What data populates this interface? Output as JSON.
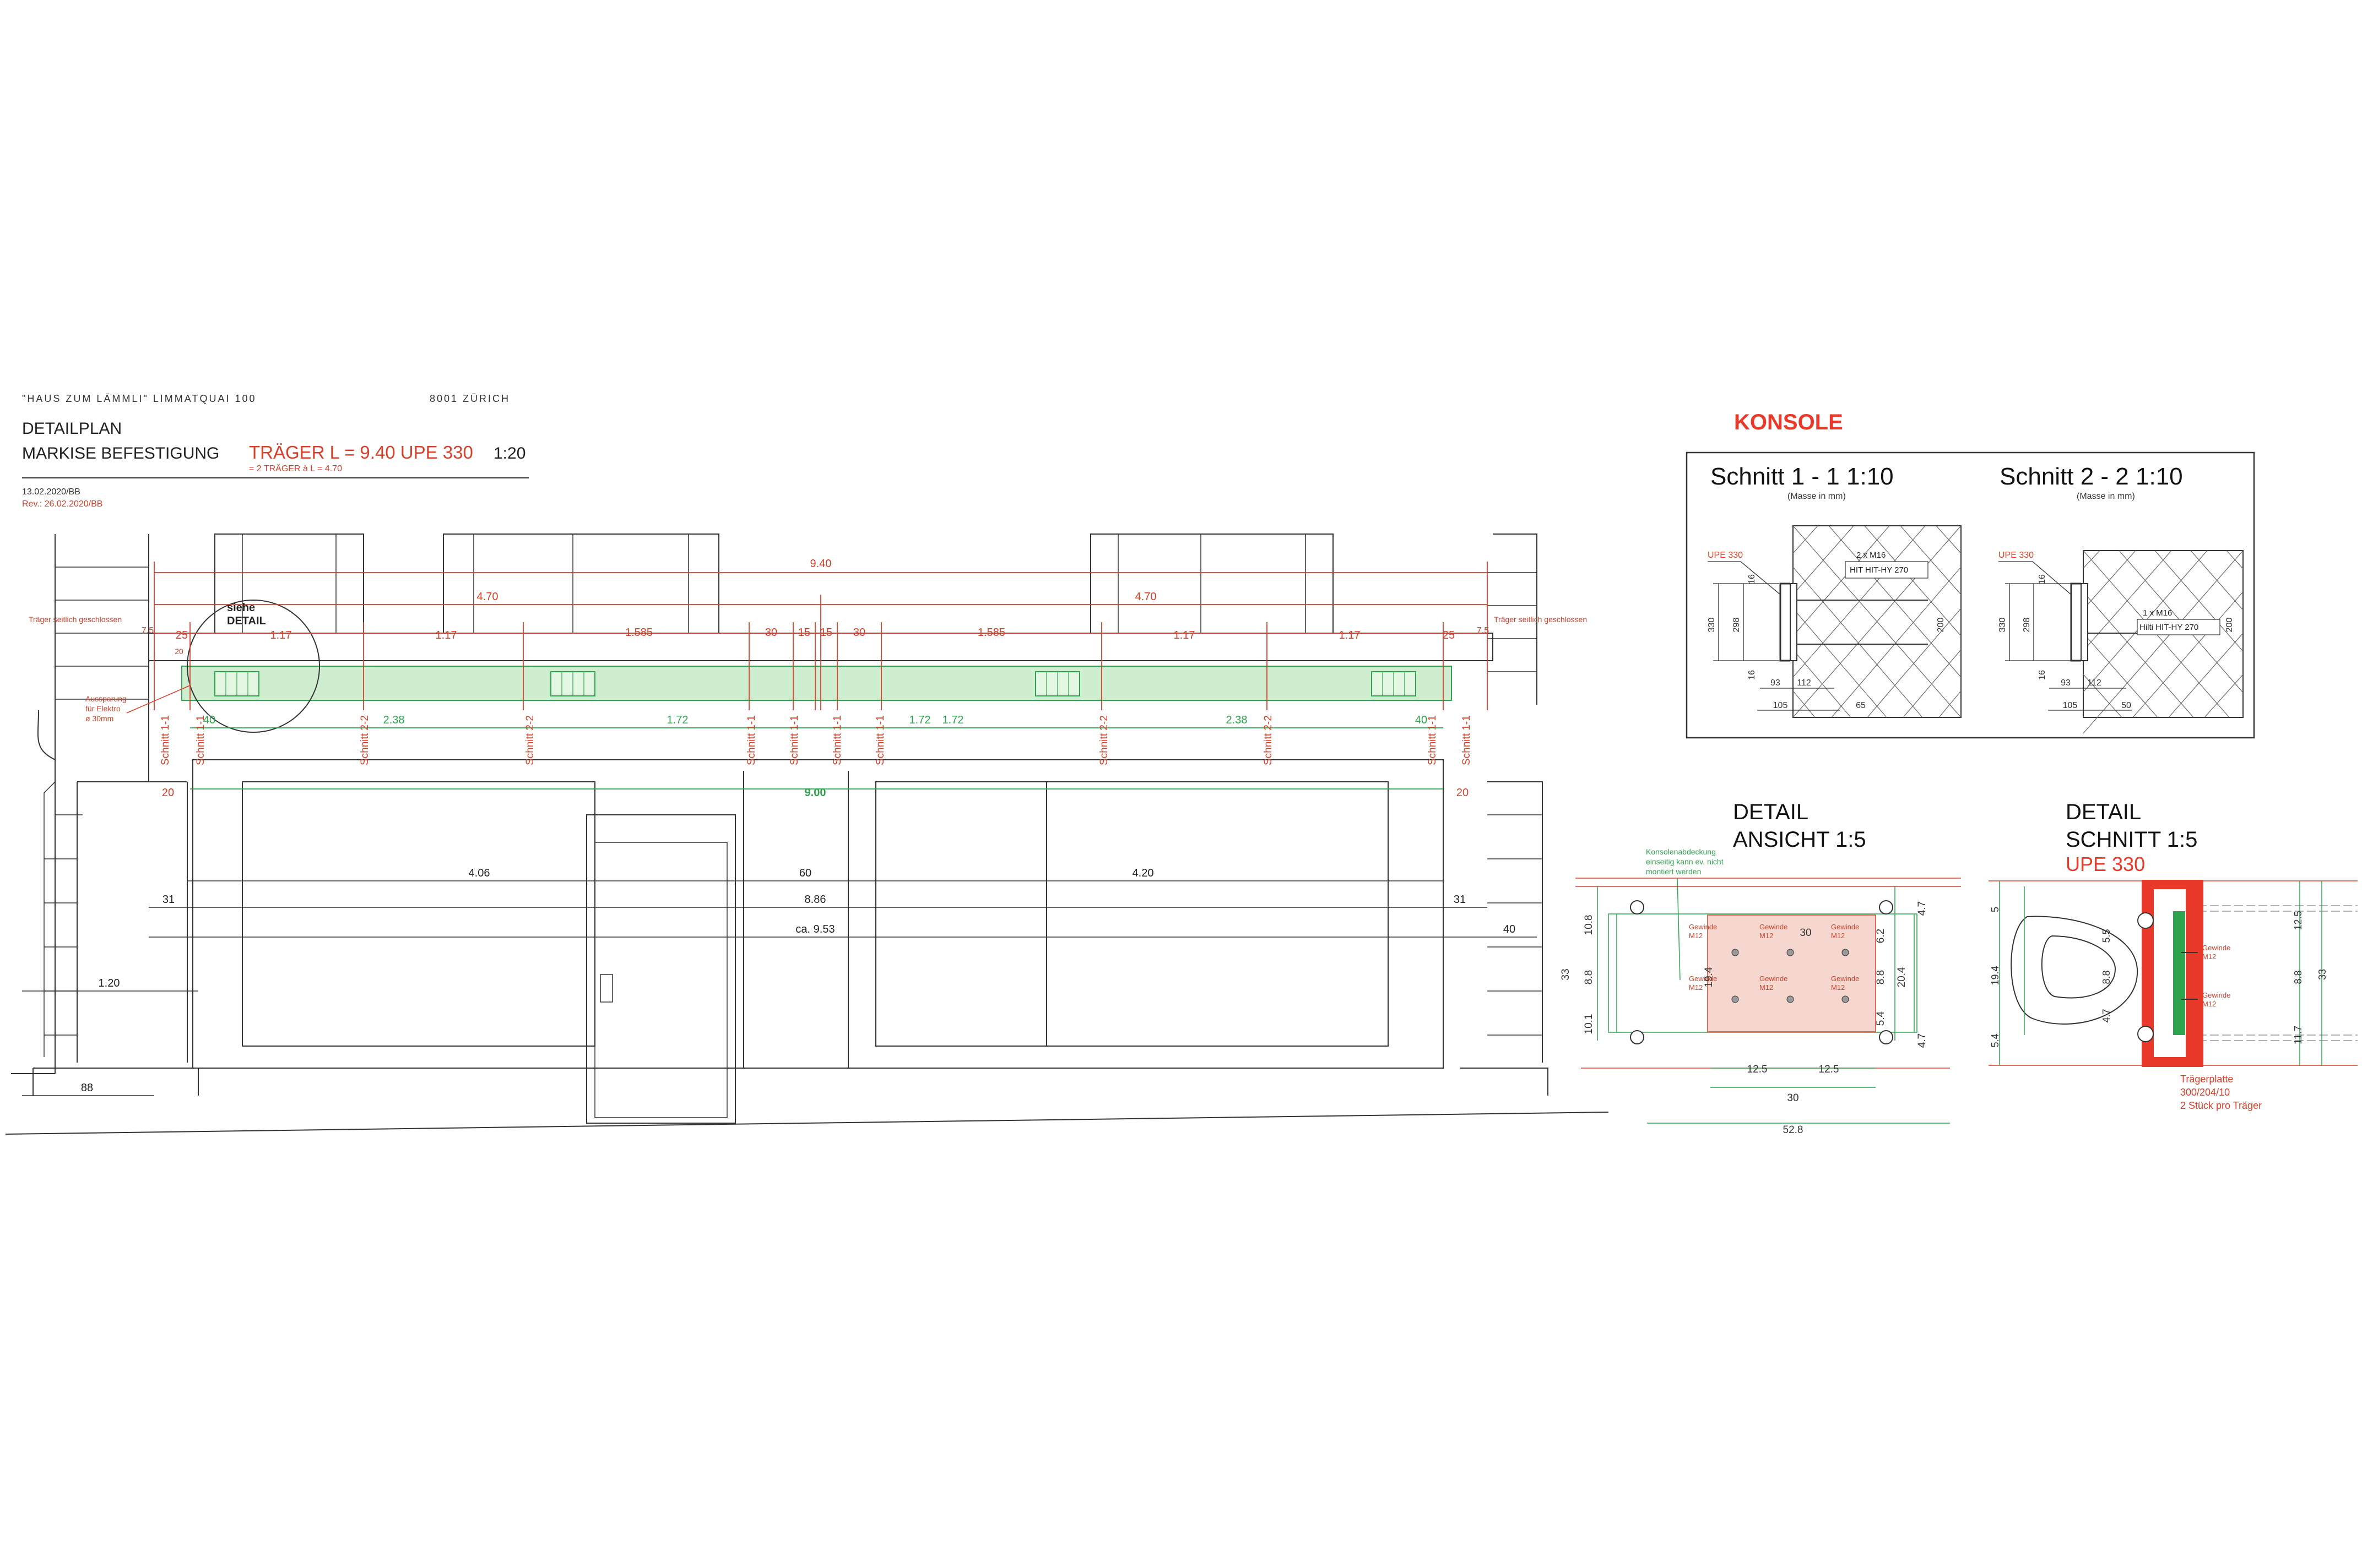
{
  "title_block": {
    "address_left": "\"HAUS ZUM LÄMMLI\"  LIMMATQUAI 100",
    "address_right": "8001 ZÜRICH",
    "plan_type": "DETAILPLAN",
    "subject": "MARKISE BEFESTIGUNG",
    "beam": "TRÄGER  L = 9.40  UPE 330",
    "scale": "1:20",
    "beam_note": "= 2 TRÄGER à L = 4.70",
    "date": "13.02.2020/BB",
    "revision": "Rev.: 26.02.2020/BB"
  },
  "elevation": {
    "dims_top": {
      "total": "9.40",
      "half_left": "4.70",
      "half_right": "4.70",
      "seg_117_a": "1.17",
      "seg_158_a": "1.585",
      "seg_30_a": "30",
      "seg_15_a": "15",
      "seg_15_b": "15",
      "seg_30_b": "30",
      "seg_158_b": "1.585",
      "seg_117_b": "1.17",
      "seg_117_c": "1.17",
      "edge_25_left": "25",
      "edge_25_right": "25",
      "edge_75_left": "7.5",
      "edge_75_right": "7.5",
      "edge_20": "20"
    },
    "dims_beam": {
      "d40_left": "40",
      "d238_left": "2.38",
      "d172_mid": "1.72",
      "d172_a": "1.72",
      "d172_b": "1.72",
      "d238_right": "2.38",
      "d40_right": "40",
      "d20_left": "20",
      "d20_right": "20",
      "span_900": "9.00"
    },
    "dims_bottom": {
      "w406": "4.06",
      "w60": "60",
      "w420": "4.20",
      "w31_left": "31",
      "w886": "8.86",
      "w31_right": "31",
      "w953": "ca. 9.53",
      "w40": "40",
      "h120": "1.20",
      "w88": "88"
    },
    "notes": {
      "see_detail_1": "siehe",
      "see_detail_2": "DETAIL",
      "closed_left": "Träger seitlich geschlossen",
      "closed_right": "Träger seitlich geschlossen",
      "electro_1": "Aussparung",
      "electro_2": "für Elektro",
      "electro_3": "ø 30mm"
    },
    "section_markers": [
      "Schnitt 1-1",
      "Schnitt 1-1",
      "Schnitt 2-2",
      "Schnitt 2-2",
      "Schnitt 1-1",
      "Schnitt 1-1",
      "Schnitt 1-1",
      "Schnitt 1-1",
      "Schnitt 2-2",
      "Schnitt 2-2",
      "Schnitt 1-1",
      "Schnitt 1-1"
    ]
  },
  "konsole": {
    "heading": "KONSOLE",
    "section_1": {
      "title": "Schnitt 1 - 1  1:10",
      "units": "(Masse in mm)",
      "profile": "UPE 330",
      "bolt": "2 x M16",
      "anchor": "HIT HIT-HY 270",
      "dim_330": "330",
      "dim_298": "298",
      "dim_16a": "16",
      "dim_16b": "16",
      "dim_93": "93",
      "dim_112": "112",
      "dim_105": "105",
      "dim_65": "65",
      "dim_200": "200"
    },
    "section_2": {
      "title": "Schnitt 2 - 2  1:10",
      "units": "(Masse in mm)",
      "profile": "UPE 330",
      "bolt": "1 x M16",
      "anchor": "Hilti HIT-HY 270",
      "dim_330": "330",
      "dim_298": "298",
      "dim_16a": "16",
      "dim_16b": "16",
      "dim_93": "93",
      "dim_112": "112",
      "dim_105": "105",
      "dim_50": "50",
      "dim_200": "200"
    }
  },
  "detail_view": {
    "title_1": "DETAIL",
    "title_2": "ANSICHT 1:5",
    "note_1": "Konsolenabdeckung",
    "note_2": "einseitig kann ev. nicht",
    "note_3": "montiert werden",
    "thread_label": "Gewinde",
    "thread_size": "M12",
    "dim_30_top": "30",
    "dim_125_a": "12.5",
    "dim_125_b": "12.5",
    "dim_30": "30",
    "dim_528": "52.8",
    "dim_33": "33",
    "dim_108": "10.8",
    "dim_88": "8.8",
    "dim_101": "10.1",
    "dim_194": "19.4",
    "dim_47_a": "4.7",
    "dim_62": "6.2",
    "dim_88_b": "8.8",
    "dim_204": "20.4",
    "dim_54": "5.4",
    "dim_47_b": "4.7"
  },
  "detail_section": {
    "title_1": "DETAIL",
    "title_2": "SCHNITT 1:5",
    "profile": "UPE 330",
    "plate_1": "Trägerplatte",
    "plate_2": "300/204/10",
    "plate_3": "2 Stück pro Träger",
    "thread_label": "Gewinde",
    "thread_size": "M12",
    "dim_5": "5",
    "dim_194": "19.4",
    "dim_55": "5.5",
    "dim_88": "8.8",
    "dim_47": "4.7",
    "dim_54": "5.4",
    "dim_125": "12.5",
    "dim_88_b": "8.8",
    "dim_117": "11.7",
    "dim_33": "33"
  },
  "colors": {
    "line": "#333333",
    "dim_red": "#d6402b",
    "dim_green": "#2ea44f",
    "beam_fill": "#cfeed0",
    "plate_fill": "#f6d7cf",
    "plate_red": "#e8392a"
  }
}
